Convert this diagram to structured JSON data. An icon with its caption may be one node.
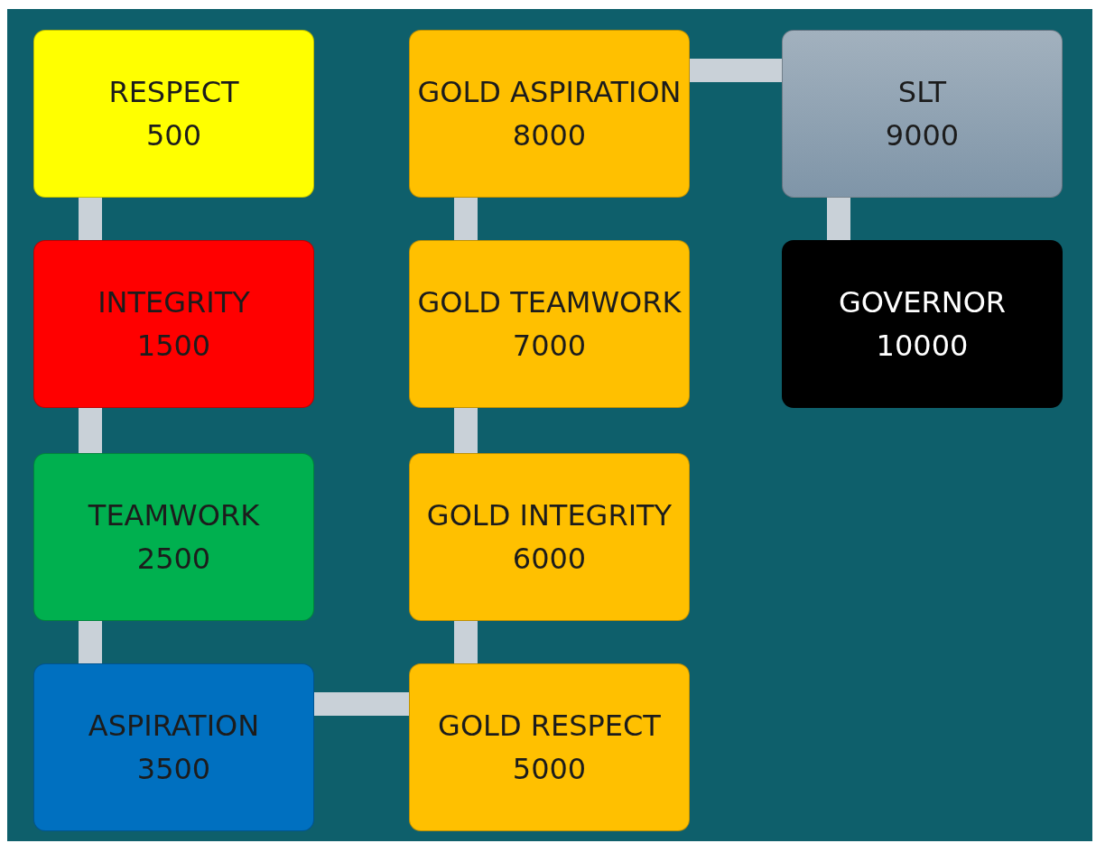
{
  "diagram": {
    "nodes": [
      {
        "text": [
          "RESPECT",
          "500"
        ]
      },
      {
        "text": [
          "INTEGRITY",
          "1500"
        ]
      },
      {
        "text": [
          "TEAMWORK",
          "2500"
        ]
      },
      {
        "text": [
          "ASPIRATION",
          "3500"
        ]
      },
      {
        "text": [
          "GOLD RESPECT",
          "5000"
        ]
      },
      {
        "text": [
          "GOLD INTEGRITY",
          "6000"
        ]
      },
      {
        "text": [
          "GOLD TEAMWORK",
          "7000"
        ]
      },
      {
        "text": [
          "GOLD ASPIRATION",
          "8000"
        ]
      },
      {
        "text": [
          "SLT",
          "9000"
        ]
      },
      {
        "text": [
          "GOVERNOR",
          "10000"
        ]
      }
    ],
    "edges": [
      {
        "from": 0,
        "to": 1,
        "arrow": "none"
      },
      {
        "from": 1,
        "to": 2,
        "arrow": "none"
      },
      {
        "from": 2,
        "to": 3,
        "arrow": "none"
      },
      {
        "from": 3,
        "to": 4,
        "arrow": "none"
      },
      {
        "from": 4,
        "to": 5,
        "arrow": "none"
      },
      {
        "from": 5,
        "to": 6,
        "arrow": "none"
      },
      {
        "from": 6,
        "to": 7,
        "arrow": "none"
      },
      {
        "from": 7,
        "to": 8,
        "arrow": "none"
      },
      {
        "from": 8,
        "to": 9,
        "arrow": "none"
      }
    ]
  }
}
